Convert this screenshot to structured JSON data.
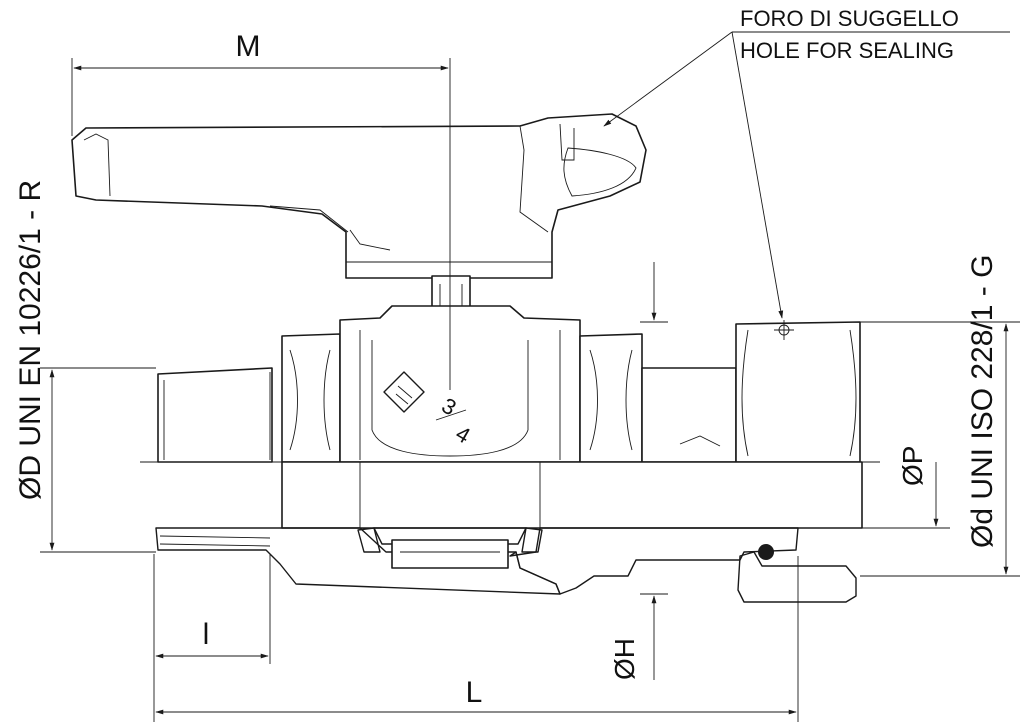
{
  "callout": {
    "line1": "FORO DI SUGGELLO",
    "line2": "HOLE FOR SEALING"
  },
  "dimensions": {
    "M": "M",
    "L": "L",
    "l": "l",
    "P": "ØP",
    "H": "ØH"
  },
  "side_labels": {
    "left": "ØD UNI EN 10226/1 - R",
    "right": "Ød UNI ISO 228/1 - G"
  },
  "body_marking": {
    "size_top": "3",
    "size_bottom": "4"
  },
  "colors": {
    "male_end": "#7cc08f",
    "body_section": "#f6ef7a",
    "nut": "#f2b646",
    "seal": "#e97a2a",
    "ball": "#cfe6f4",
    "line": "#1a1a1a"
  }
}
